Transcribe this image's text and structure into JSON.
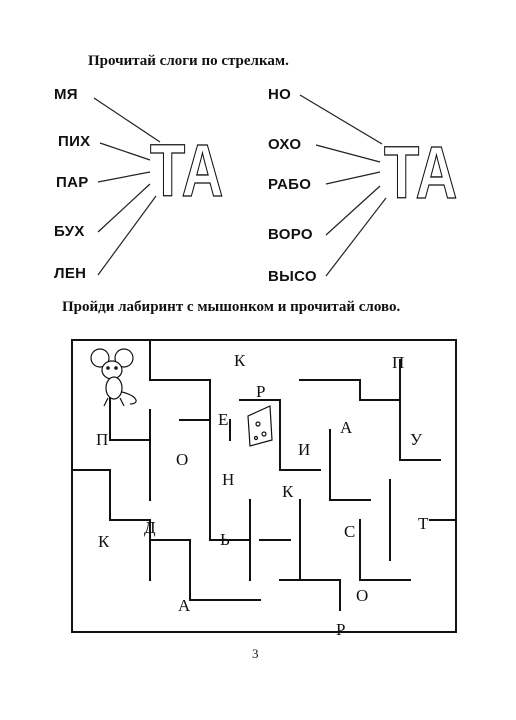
{
  "instruction1": "Прочитай слоги по стрелкам.",
  "left_group": {
    "big": "ТА",
    "syllables": [
      "МЯ",
      "ПИХ",
      "ПАР",
      "БУХ",
      "ЛЕН"
    ]
  },
  "right_group": {
    "big": "ТА",
    "syllables": [
      "НО",
      "ОХО",
      "РАБО",
      "ВОРО",
      "ВЫСО"
    ]
  },
  "instruction2": "Пройди лабиринт с мышонком и прочитай слово.",
  "maze_letters": [
    "К",
    "П",
    "Р",
    "Е",
    "А",
    "У",
    "П",
    "И",
    "О",
    "Н",
    "К",
    "Д",
    "С",
    "Т",
    "К",
    "Ь",
    "О",
    "А",
    "Р"
  ],
  "page_number": "3"
}
